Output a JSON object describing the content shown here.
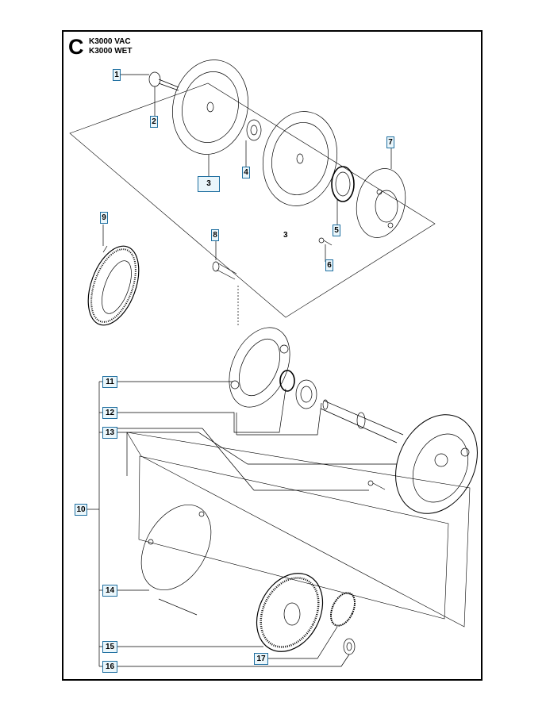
{
  "header": {
    "section": "C",
    "models": [
      "K3000 VAC",
      "K3000 WET"
    ]
  },
  "callouts": {
    "c1": "1",
    "c2": "2",
    "c3a": "3",
    "c3b": "3",
    "c4": "4",
    "c5": "5",
    "c6": "6",
    "c7": "7",
    "c8": "8",
    "c9": "9",
    "c10": "10",
    "c11": "11",
    "c12": "12",
    "c13": "13",
    "c14": "14",
    "c15": "15",
    "c16": "16",
    "c17": "17"
  }
}
